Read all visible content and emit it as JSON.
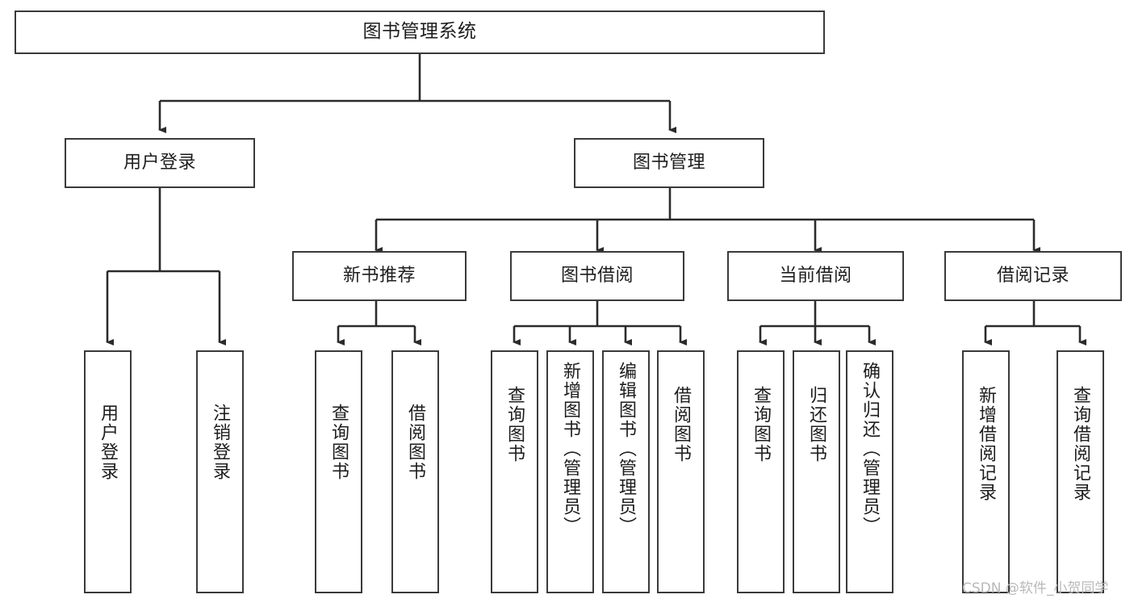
{
  "diagram": {
    "title": "图书管理系统",
    "watermark": "CSDN @软件_小贺同学",
    "colors": {
      "node_border": "#3a3a3a",
      "node_fill": "#ffffff",
      "edge": "#2b2b2b",
      "text": "#1d1d1d",
      "watermark": "#b9b9b9",
      "background": "#ffffff"
    },
    "nodes": {
      "root": {
        "label": "图书管理系统"
      },
      "level2": [
        {
          "label": "用户登录"
        },
        {
          "label": "图书管理"
        }
      ],
      "level3": [
        {
          "label": "新书推荐"
        },
        {
          "label": "图书借阅"
        },
        {
          "label": "当前借阅"
        },
        {
          "label": "借阅记录"
        }
      ],
      "leaves_user_login": [
        {
          "label": "用户登录"
        },
        {
          "label": "注销登录"
        }
      ],
      "leaves_new_book": [
        {
          "label": "查询图书"
        },
        {
          "label": "借阅图书"
        }
      ],
      "leaves_borrow": [
        {
          "label": "查询图书"
        },
        {
          "label": "新增图书（管理员）"
        },
        {
          "label": "编辑图书（管理员）"
        },
        {
          "label": "借阅图书"
        }
      ],
      "leaves_current": [
        {
          "label": "查询图书"
        },
        {
          "label": "归还图书"
        },
        {
          "label": "确认归还（管理员）"
        }
      ],
      "leaves_records": [
        {
          "label": "新增借阅记录"
        },
        {
          "label": "查询借阅记录"
        }
      ]
    }
  }
}
